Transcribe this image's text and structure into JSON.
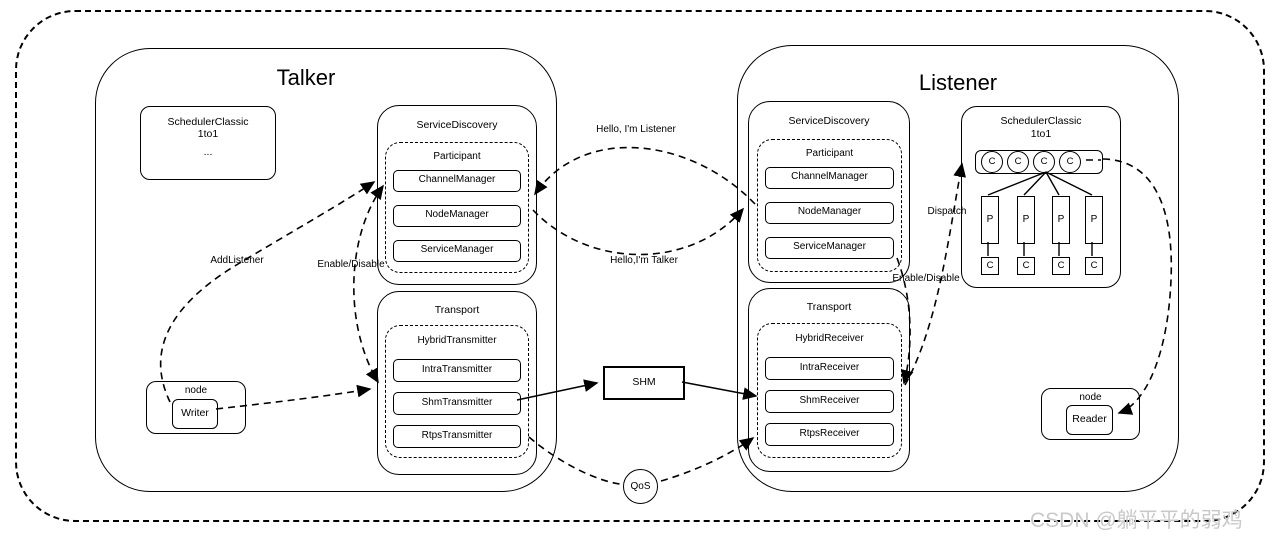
{
  "watermark": "CSDN @躺平平的弱鸡",
  "talker": {
    "title": "Talker",
    "scheduler": {
      "line1": "SchedulerClassic",
      "line2": "1to1",
      "line3": "..."
    },
    "service_discovery": {
      "title": "ServiceDiscovery",
      "participant": {
        "title": "Participant",
        "managers": [
          "ChannelManager",
          "NodeManager",
          "ServiceManager"
        ]
      }
    },
    "transport": {
      "title": "Transport",
      "hybrid": {
        "title": "HybridTransmitter",
        "items": [
          "IntraTransmitter",
          "ShmTransmitter",
          "RtpsTransmitter"
        ]
      }
    },
    "node": {
      "title": "node",
      "endpoint": "Writer"
    }
  },
  "listener": {
    "title": "Listener",
    "service_discovery": {
      "title": "ServiceDiscovery",
      "participant": {
        "title": "Participant",
        "managers": [
          "ChannelManager",
          "NodeManager",
          "ServiceManager"
        ]
      }
    },
    "scheduler": {
      "line1": "SchedulerClassic",
      "line2": "1to1",
      "queue_cells": [
        "C",
        "C",
        "C",
        "C"
      ],
      "processors": [
        "P",
        "P",
        "P",
        "P"
      ],
      "consumers": [
        "C",
        "C",
        "C",
        "C"
      ]
    },
    "transport": {
      "title": "Transport",
      "hybrid": {
        "title": "HybridReceiver",
        "items": [
          "IntraReceiver",
          "ShmReceiver",
          "RtpsReceiver"
        ]
      }
    },
    "node": {
      "title": "node",
      "endpoint": "Reader"
    }
  },
  "shared": {
    "shm": "SHM",
    "qos": "QoS"
  },
  "edge_labels": {
    "hello_listener": "Hello, I'm Listener",
    "hello_talker": "Hello,I'm Talker",
    "add_listener": "AddListener",
    "enable_disable_talker": "Enable/Disable",
    "dispatch": "Dispatch",
    "enable_disable_listener": "Enable/Disable"
  }
}
